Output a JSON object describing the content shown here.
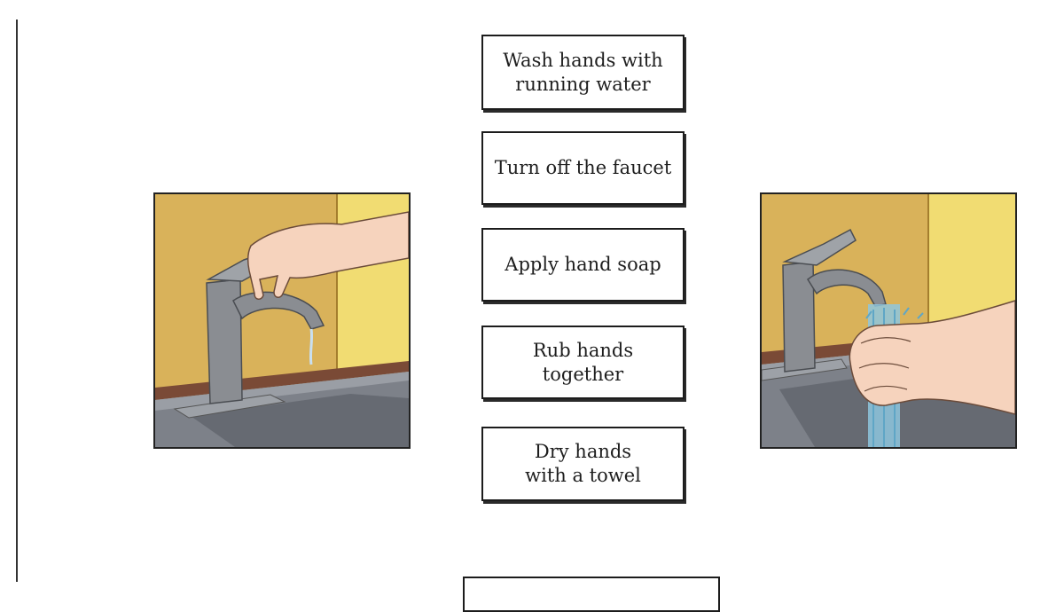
{
  "steps": [
    {
      "label": "Wash hands with\nrunning water"
    },
    {
      "label": "Turn off the faucet"
    },
    {
      "label": "Apply hand soap"
    },
    {
      "label": "Rub hands together"
    },
    {
      "label": "Dry hands\nwith a towel"
    }
  ],
  "illustrations": {
    "left": "hand-turning-faucet-illustration",
    "right": "hands-under-running-water-illustration"
  },
  "colors": {
    "wall_tan": "#d9b25a",
    "wall_yellow": "#f1dc72",
    "counter_brown": "#7a4a36",
    "sink_gray": "#7d8189",
    "faucet_gray": "#8a8d92",
    "skin": "#f6d3bd",
    "water": "#8ec6de"
  }
}
